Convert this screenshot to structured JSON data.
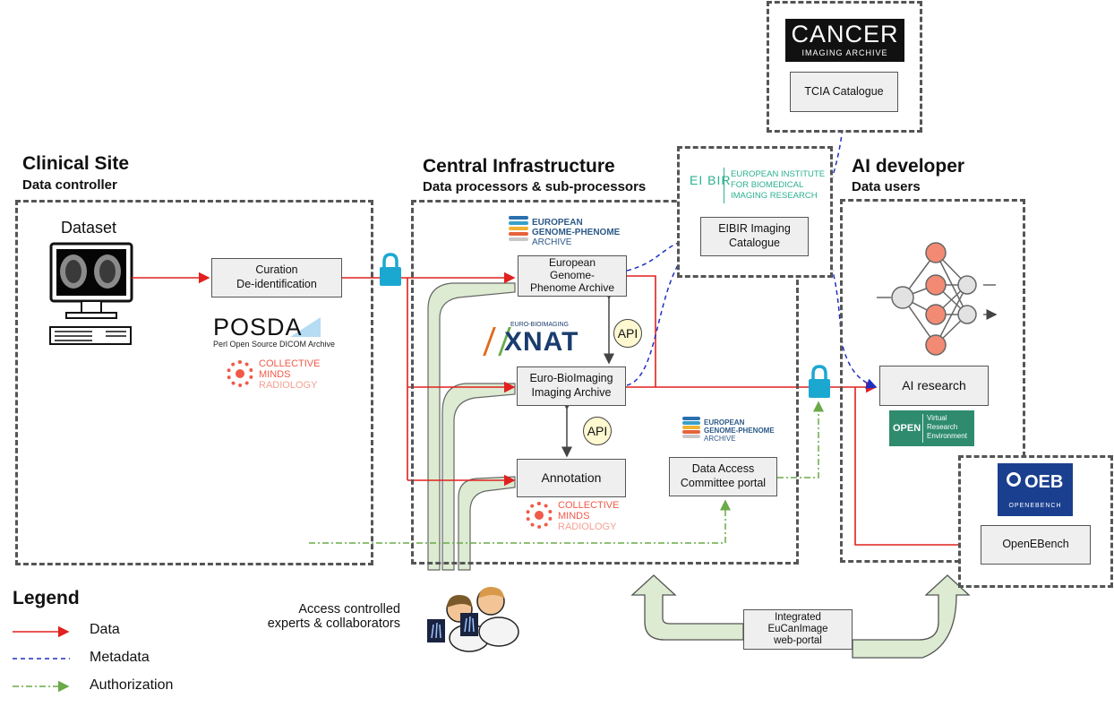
{
  "sections": {
    "clinical": {
      "title": "Clinical Site",
      "subtitle": "Data controller"
    },
    "central": {
      "title": "Central Infrastructure",
      "subtitle": "Data processors & sub-processors"
    },
    "ai": {
      "title": "AI developer",
      "subtitle": "Data users"
    }
  },
  "dataset_label": "Dataset",
  "nodes": {
    "curation": "Curation\nDe-identification",
    "ega": "European\nGenome-\nPhenome Archive",
    "eubi": "Euro-BioImaging\nImaging Archive",
    "annotation": "Annotation",
    "dac": "Data Access\nCommittee portal",
    "eibir": "EIBIR Imaging\nCatalogue",
    "tcia": "TCIA Catalogue",
    "ai_research": "AI research",
    "openebench": "OpenEBench",
    "portal": "Integrated\nEuCanImage\nweb-portal"
  },
  "api_label": "API",
  "access_label": "Access controlled\nexperts & collaborators",
  "logos": {
    "posda_main": "POSDA",
    "posda_sub": "Perl Open Source DICOM Archive",
    "cm_lines": [
      "COLLECTIVE",
      "MINDS",
      "RADIOLOGY"
    ],
    "ega_lines": [
      "EUROPEAN",
      "GENOME-PHENOME",
      "ARCHIVE"
    ],
    "xnat_top": "EURO-BIOIMAGING",
    "xnat_main": "XNAT",
    "eibir_mark": "EI BIR",
    "eibir_lines": [
      "EUROPEAN INSTITUTE",
      "FOR BIOMEDICAL",
      "IMAGING RESEARCH"
    ],
    "cancer_main": "CANCER",
    "cancer_sub": "IMAGING ARCHIVE",
    "open_main": "OPEN",
    "open_lines": [
      "Virtual",
      "Research",
      "Environment"
    ],
    "oeb_main": "OEB",
    "oeb_sub": "OPENEBENCH"
  },
  "legend": {
    "title": "Legend",
    "items": [
      {
        "label": "Data",
        "style": "solid",
        "color": "#e0211e"
      },
      {
        "label": "Metadata",
        "style": "dashed",
        "color": "#1f2fbf"
      },
      {
        "label": "Authorization",
        "style": "dashdot",
        "color": "#6aaa48"
      }
    ]
  },
  "colors": {
    "data": "#e0211e",
    "metadata": "#1f2fbf",
    "authorization": "#6aaa48",
    "lock": "#1ba8d0",
    "pipe": "#dcebd2",
    "box": "#efefef",
    "coral": "#f05a48"
  }
}
